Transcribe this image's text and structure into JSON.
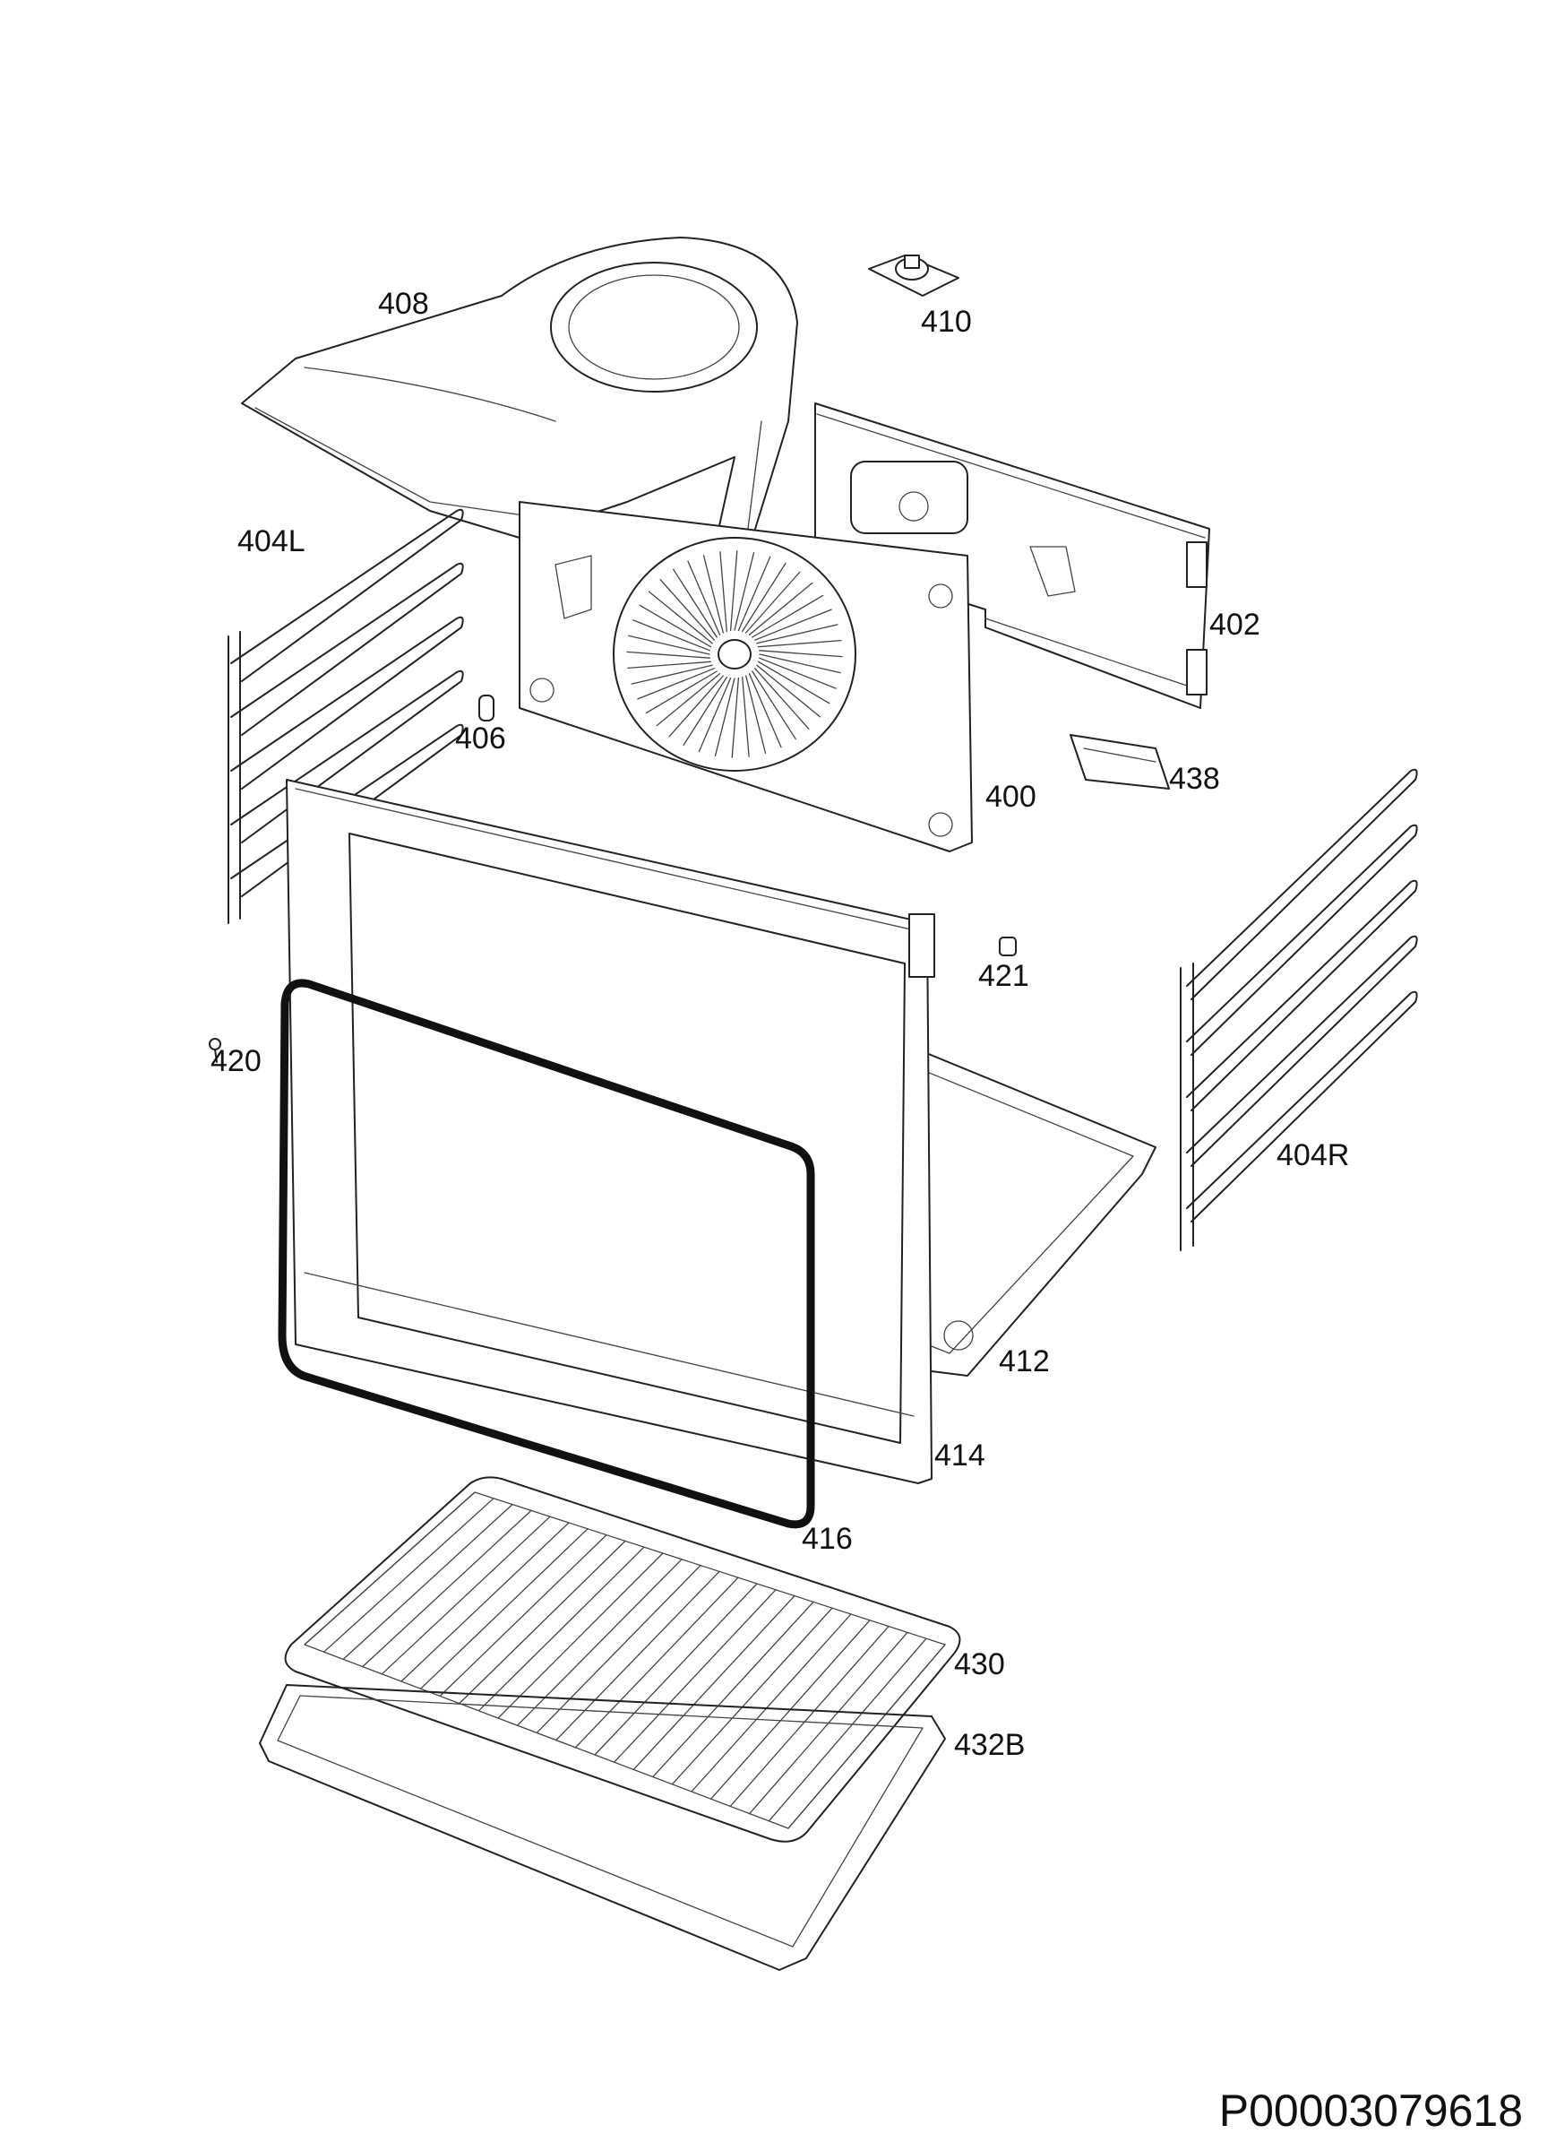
{
  "document": {
    "drawing_number": "P00003079618"
  },
  "parts": [
    {
      "id": "p408",
      "label": "408"
    },
    {
      "id": "p410",
      "label": "410"
    },
    {
      "id": "p404L",
      "label": "404L"
    },
    {
      "id": "p402",
      "label": "402"
    },
    {
      "id": "p406",
      "label": "406"
    },
    {
      "id": "p400",
      "label": "400"
    },
    {
      "id": "p438",
      "label": "438"
    },
    {
      "id": "p421",
      "label": "421"
    },
    {
      "id": "p420",
      "label": "420"
    },
    {
      "id": "p404R",
      "label": "404R"
    },
    {
      "id": "p412",
      "label": "412"
    },
    {
      "id": "p414",
      "label": "414"
    },
    {
      "id": "p416",
      "label": "416"
    },
    {
      "id": "p430",
      "label": "430"
    },
    {
      "id": "p432B",
      "label": "432B"
    }
  ]
}
